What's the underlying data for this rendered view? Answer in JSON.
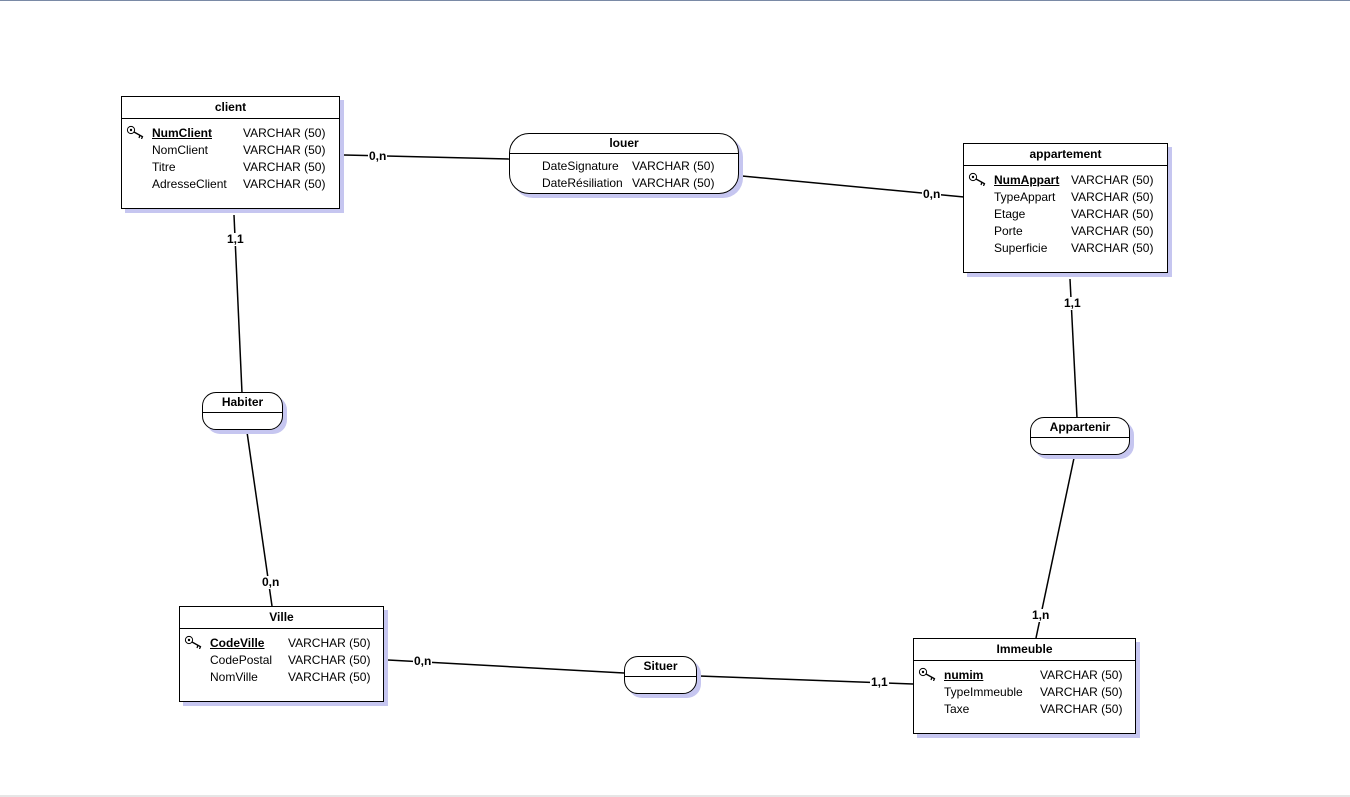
{
  "entities": {
    "client": {
      "name": "client",
      "attributes": [
        {
          "name": "NumClient",
          "type": "VARCHAR (50)",
          "key": true
        },
        {
          "name": "NomClient",
          "type": "VARCHAR (50)"
        },
        {
          "name": "Titre",
          "type": "VARCHAR (50)"
        },
        {
          "name": "AdresseClient",
          "type": "VARCHAR (50)"
        }
      ]
    },
    "appartement": {
      "name": "appartement",
      "attributes": [
        {
          "name": "NumAppart",
          "type": "VARCHAR (50)",
          "key": true
        },
        {
          "name": "TypeAppart",
          "type": "VARCHAR (50)"
        },
        {
          "name": "Etage",
          "type": "VARCHAR (50)"
        },
        {
          "name": "Porte",
          "type": "VARCHAR (50)"
        },
        {
          "name": "Superficie",
          "type": "VARCHAR (50)"
        }
      ]
    },
    "ville": {
      "name": "Ville",
      "attributes": [
        {
          "name": "CodeVille",
          "type": "VARCHAR (50)",
          "key": true
        },
        {
          "name": "CodePostal",
          "type": "VARCHAR (50)"
        },
        {
          "name": "NomVille",
          "type": "VARCHAR (50)"
        }
      ]
    },
    "immeuble": {
      "name": "Immeuble",
      "attributes": [
        {
          "name": "numim",
          "type": "VARCHAR (50)",
          "key": true
        },
        {
          "name": "TypeImmeuble",
          "type": "VARCHAR (50)"
        },
        {
          "name": "Taxe",
          "type": "VARCHAR (50)"
        }
      ]
    }
  },
  "relations": {
    "louer": {
      "name": "louer",
      "attributes": [
        {
          "name": "DateSignature",
          "type": "VARCHAR (50)"
        },
        {
          "name": "DateRésiliation",
          "type": "VARCHAR (50)"
        }
      ]
    },
    "habiter": {
      "name": "Habiter",
      "attributes": []
    },
    "appartenir": {
      "name": "Appartenir",
      "attributes": []
    },
    "situer": {
      "name": "Situer",
      "attributes": []
    }
  },
  "cardinalities": {
    "client_louer": "0,n",
    "appartement_louer": "0,n",
    "client_habiter": "1,1",
    "ville_habiter": "0,n",
    "appartement_appartenir": "1,1",
    "immeuble_appartenir": "1,n",
    "ville_situer": "0,n",
    "immeuble_situer": "1,1"
  },
  "colors": {
    "shadow": "#c6c6f0",
    "line": "#000000",
    "frame": "#7a8aa6"
  },
  "icons": {
    "key": "key-icon"
  }
}
